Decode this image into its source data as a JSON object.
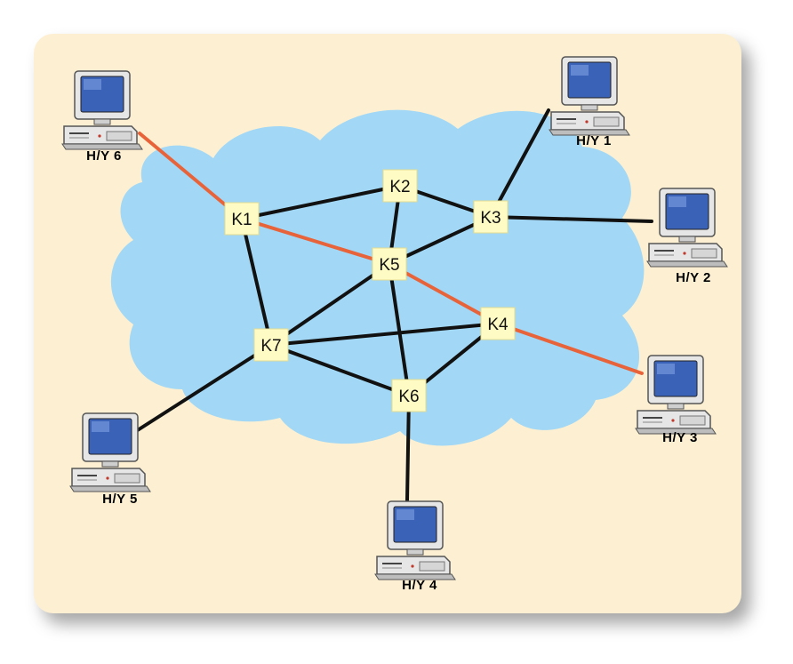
{
  "colors": {
    "background": "#fdf0d2",
    "cloud": "#a2d8f5",
    "link": "#111111",
    "highlighted_route": "#e8633a",
    "node_fill": "#fffbc4",
    "monitor_screen": "#3a63b8",
    "computer_body": "#e6e6e6"
  },
  "nodes": [
    {
      "id": "K1",
      "label": "K1"
    },
    {
      "id": "K2",
      "label": "K2"
    },
    {
      "id": "K3",
      "label": "K3"
    },
    {
      "id": "K4",
      "label": "K4"
    },
    {
      "id": "K5",
      "label": "K5"
    },
    {
      "id": "K6",
      "label": "K6"
    },
    {
      "id": "K7",
      "label": "K7"
    }
  ],
  "hosts": [
    {
      "id": "H1",
      "label": "H/Y 1"
    },
    {
      "id": "H2",
      "label": "H/Y 2"
    },
    {
      "id": "H3",
      "label": "H/Y 3"
    },
    {
      "id": "H4",
      "label": "H/Y 4"
    },
    {
      "id": "H5",
      "label": "H/Y 5"
    },
    {
      "id": "H6",
      "label": "H/Y 6"
    }
  ],
  "links": [
    {
      "from": "K1",
      "to": "K2",
      "highlight": false
    },
    {
      "from": "K2",
      "to": "K3",
      "highlight": false
    },
    {
      "from": "K2",
      "to": "K5",
      "highlight": false
    },
    {
      "from": "K3",
      "to": "K5",
      "highlight": false
    },
    {
      "from": "K1",
      "to": "K7",
      "highlight": false
    },
    {
      "from": "K7",
      "to": "K5",
      "highlight": false
    },
    {
      "from": "K7",
      "to": "K4",
      "highlight": false
    },
    {
      "from": "K7",
      "to": "K6",
      "highlight": false
    },
    {
      "from": "K5",
      "to": "K6",
      "highlight": false
    },
    {
      "from": "K6",
      "to": "K4",
      "highlight": false
    },
    {
      "from": "K1",
      "to": "K5",
      "highlight": true
    },
    {
      "from": "K5",
      "to": "K4",
      "highlight": true
    },
    {
      "from": "H6",
      "to": "K1",
      "highlight": true
    },
    {
      "from": "K4",
      "to": "H3",
      "highlight": true
    },
    {
      "from": "H1",
      "to": "K3",
      "highlight": false
    },
    {
      "from": "K3",
      "to": "H2",
      "highlight": false
    },
    {
      "from": "K7",
      "to": "H5",
      "highlight": false
    },
    {
      "from": "K6",
      "to": "H4",
      "highlight": false
    }
  ]
}
